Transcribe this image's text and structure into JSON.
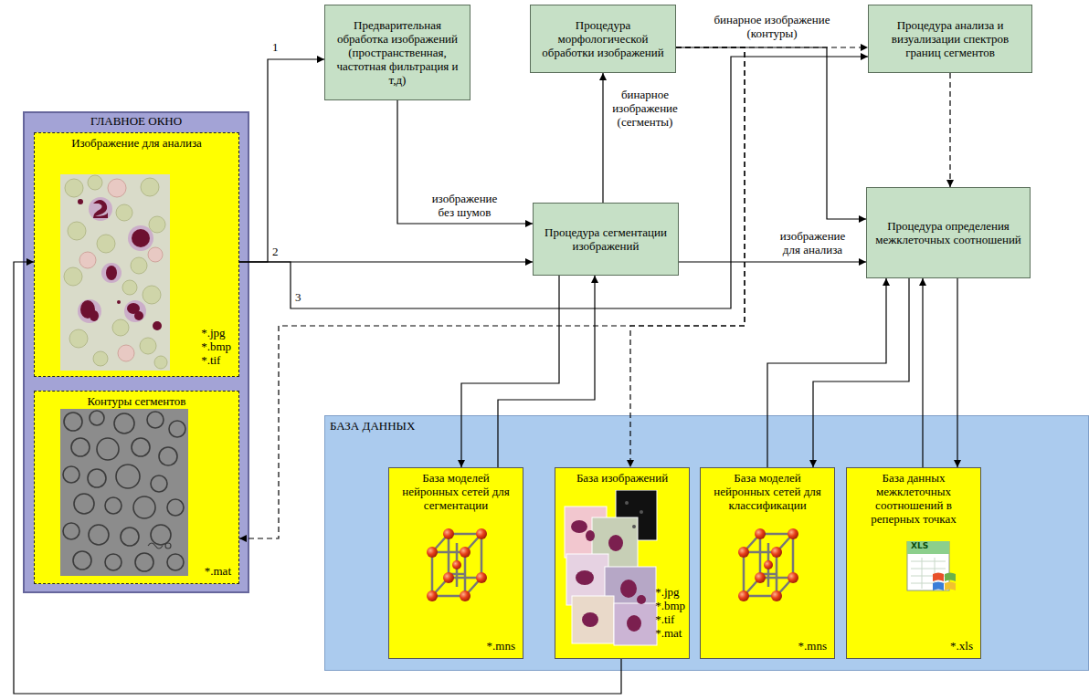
{
  "diagram": {
    "nodes": [
      {
        "text": [
          "ГЛАВНОЕ ОКНО"
        ]
      },
      {
        "text": [
          "Изображение для анализа",
          "*.jpg *.bmp *.tif"
        ],
        "in": 0
      },
      {
        "text": [
          "Контуры сегментов",
          "*.mat"
        ],
        "in": 0
      },
      {
        "text": [
          "Предварительная обработка изображений (пространственная, частотная фильтрация и т,д)"
        ]
      },
      {
        "text": [
          "Процедура морфологической обработки изображений"
        ]
      },
      {
        "text": [
          "Процедура анализа и визуализации спектров границ сегментов"
        ]
      },
      {
        "text": [
          "Процедура сегментации изображений"
        ]
      },
      {
        "text": [
          "Процедура определения межклеточных соотношений"
        ]
      },
      {
        "text": [
          "БАЗА ДАННЫХ"
        ]
      },
      {
        "text": [
          "База моделей нейронных сетей для сегментации",
          "*.mns"
        ],
        "in": 8
      },
      {
        "text": [
          "База изображений",
          "*.jpg *.bmp *.tif *.mat"
        ],
        "in": 8
      },
      {
        "text": [
          "База моделей нейронных сетей для классификации",
          "*.mns"
        ],
        "in": 8
      },
      {
        "text": [
          "База данных межклеточных соотношений в реперных точках",
          "*.xls"
        ],
        "in": 8
      }
    ],
    "edges": [
      {
        "from": 1,
        "to": 3,
        "arrow": "to",
        "label": "1"
      },
      {
        "from": 1,
        "to": 6,
        "arrow": "to",
        "label": "2"
      },
      {
        "from": 1,
        "to": 5,
        "arrow": "to",
        "label": "3"
      },
      {
        "from": 3,
        "to": 6,
        "arrow": "to",
        "label": "изображение без шумов"
      },
      {
        "from": 6,
        "to": 4,
        "arrow": "to",
        "label": "бинарное изображение (сегменты)"
      },
      {
        "from": 4,
        "to": 5,
        "arrow": "to",
        "label": "бинарное изображение (контуры)"
      },
      {
        "from": 4,
        "to": 7,
        "arrow": "to"
      },
      {
        "from": 4,
        "to": 2,
        "arrow": "to"
      },
      {
        "from": 4,
        "to": 10,
        "arrow": "to"
      },
      {
        "from": 6,
        "to": 7,
        "arrow": "to",
        "label": "изображение для анализа"
      },
      {
        "from": 5,
        "to": 7,
        "arrow": "to"
      },
      {
        "from": 6,
        "to": 9,
        "arrow": "to"
      },
      {
        "from": 9,
        "to": 6,
        "arrow": "to"
      },
      {
        "from": 7,
        "to": 11,
        "arrow": "to"
      },
      {
        "from": 11,
        "to": 7,
        "arrow": "to"
      },
      {
        "from": 7,
        "to": 12,
        "arrow": "to"
      },
      {
        "from": 12,
        "to": 7,
        "arrow": "to"
      },
      {
        "from": 10,
        "to": 1,
        "arrow": "to"
      }
    ],
    "labels": [
      "XLS"
    ]
  }
}
